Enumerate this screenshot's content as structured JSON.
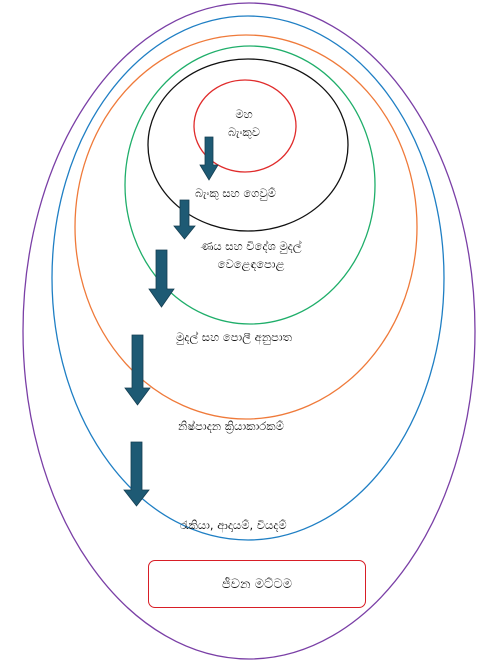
{
  "colors": {
    "purple": "#7a3fa6",
    "blue": "#1f7fc4",
    "orange": "#ef7a3a",
    "green": "#1fae6a",
    "black": "#111111",
    "red": "#e02b2b",
    "arrow": "#1e5a74",
    "box_border": "#d81e26"
  },
  "labels": {
    "central_bank_line1": "මහ",
    "central_bank_line2": "බැංකුව",
    "bank_transactions": "බැංකු සහ ගෙවුම්",
    "debt_forex_line1": "ණය සහ විදේශ මුදල්",
    "debt_forex_line2": "වෙළෙඳපොළ",
    "money_interest_ratio": "මුදල් සහ පොලී අනුපාත",
    "production_activities": "නිෂ්පාදන ක්‍රියාකාරකම්",
    "employment_income_expense": "රැකියා, ආදායම්, වියදම්",
    "living_standard": "ජීවන මට්ටම"
  }
}
